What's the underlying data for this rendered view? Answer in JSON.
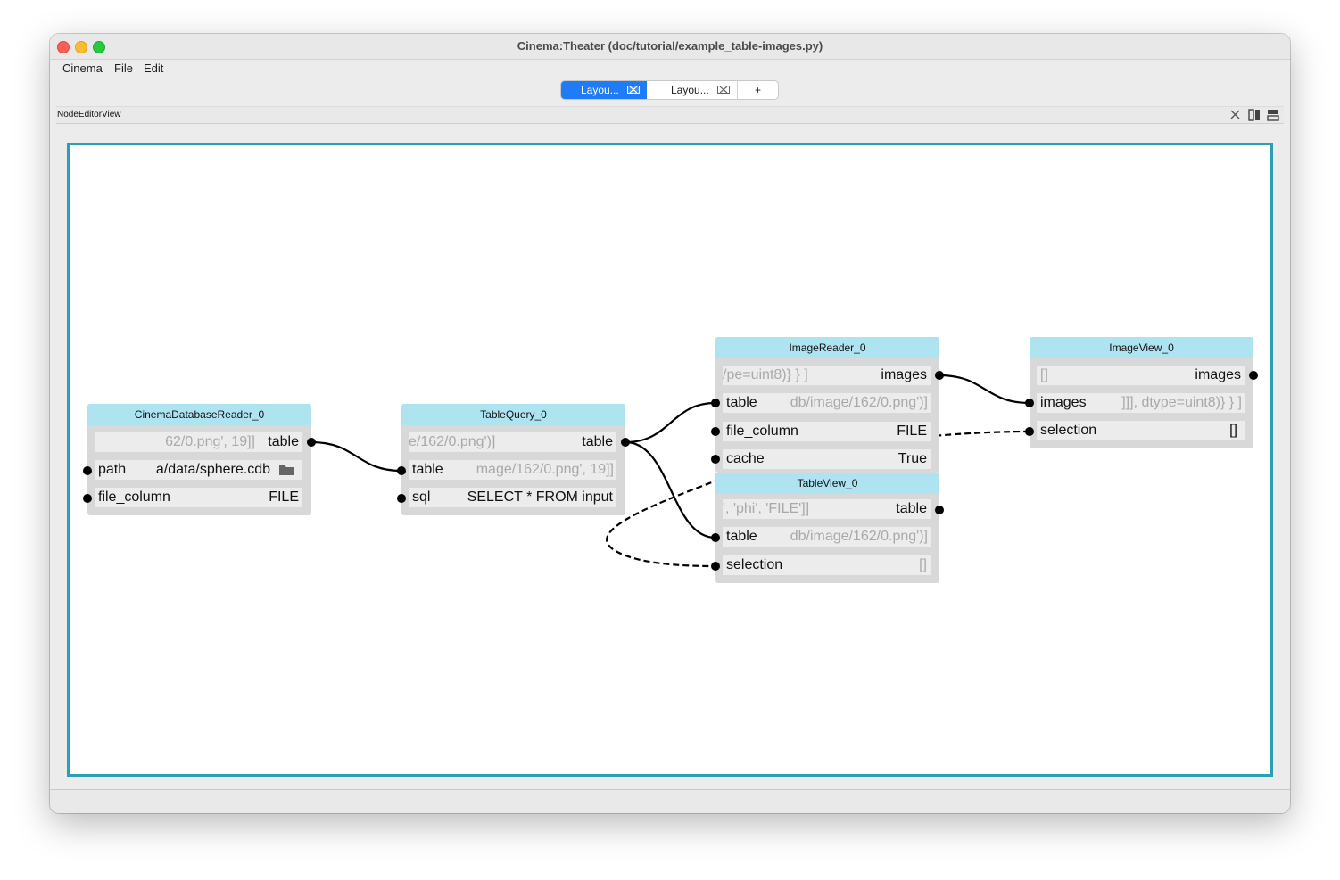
{
  "window": {
    "title": "Cinema:Theater (doc/tutorial/example_table-images.py)"
  },
  "menu": [
    "Cinema",
    "File",
    "Edit"
  ],
  "tabs": [
    {
      "label": "Layou...",
      "active": true
    },
    {
      "label": "Layou...",
      "active": false
    },
    {
      "label": "+"
    }
  ],
  "pane": {
    "title": "NodeEditorView",
    "icons": [
      "close-icon",
      "split-horizontal-icon",
      "split-vertical-icon"
    ]
  },
  "colors": {
    "node_header": "#ade4f0",
    "node_body": "#d8d8d8",
    "canvas_border": "#2b9fb5",
    "active_tab": "#1f7bf6"
  },
  "nodes": {
    "cdr": {
      "title": "CinemaDatabaseReader_0",
      "out_value": "62/0.png', 19]]",
      "out_label": "table",
      "path_label": "path",
      "path_value": "a/data/sphere.cdb",
      "file_column_label": "file_column",
      "file_column_value": "FILE"
    },
    "tq": {
      "title": "TableQuery_0",
      "out_value": "e/162/0.png')]",
      "out_label": "table",
      "table_label": "table",
      "table_value": "mage/162/0.png', 19]]",
      "sql_label": "sql",
      "sql_value": "SELECT * FROM input"
    },
    "ir": {
      "title": "ImageReader_0",
      "out_value": "/pe=uint8)} } ]",
      "out_label": "images",
      "table_label": "table",
      "table_value": "db/image/162/0.png')]",
      "file_column_label": "file_column",
      "file_column_value": "FILE",
      "cache_label": "cache",
      "cache_value": "True"
    },
    "tv": {
      "title": "TableView_0",
      "out_value": "', 'phi', 'FILE']]",
      "out_label": "table",
      "table_label": "table",
      "table_value": "db/image/162/0.png')]",
      "selection_label": "selection",
      "selection_value": "[]"
    },
    "iv": {
      "title": "ImageView_0",
      "out_value": "[]",
      "out_label": "images",
      "images_label": "images",
      "images_value": "]]], dtype=uint8)} } ]",
      "selection_label": "selection",
      "selection_value": "[]"
    }
  }
}
